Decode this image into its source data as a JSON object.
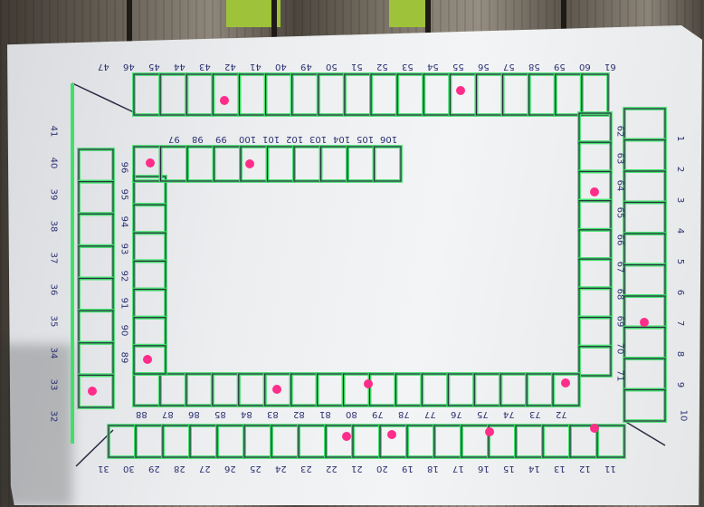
{
  "photo": {
    "subject": "",
    "colors": {
      "paper": "#eef0f2",
      "marker_green": "#3fe06a",
      "pencil_lines": "#2a2a40",
      "dots": "#ff2d8a",
      "ink": "#2b2f70",
      "wood": "#7a7367"
    }
  },
  "board": {
    "top_row_numbers": [
      "47",
      "46",
      "45",
      "44",
      "43",
      "42",
      "41",
      "40",
      "49",
      "50",
      "51",
      "52",
      "53",
      "54",
      "55",
      "56",
      "57",
      "58",
      "59",
      "60",
      "61"
    ],
    "right_outer_numbers": [
      "1",
      "2",
      "3",
      "4",
      "5",
      "6",
      "7",
      "8",
      "9",
      "10"
    ],
    "bottom_outer_numbers": [
      "31",
      "30",
      "29",
      "28",
      "27",
      "26",
      "25",
      "24",
      "23",
      "22",
      "21",
      "20",
      "19",
      "18",
      "17",
      "16",
      "15",
      "14",
      "13",
      "12",
      "11"
    ],
    "left_outer_numbers": [
      "41",
      "40",
      "39",
      "38",
      "37",
      "36",
      "35",
      "34",
      "33",
      "32"
    ],
    "right_inner_numbers": [
      "62",
      "63",
      "64",
      "65",
      "66",
      "67",
      "68",
      "69",
      "70",
      "71"
    ],
    "bottom_inner_numbers": [
      "88",
      "87",
      "86",
      "85",
      "84",
      "83",
      "82",
      "81",
      "80",
      "79",
      "78",
      "77",
      "76",
      "75",
      "74",
      "73",
      "72"
    ],
    "left_inner_numbers": [
      "96",
      "95",
      "94",
      "93",
      "92",
      "91",
      "90",
      "89"
    ],
    "inner_top_numbers": [
      "97",
      "98",
      "99",
      "100",
      "101",
      "102",
      "103",
      "104",
      "105",
      "106"
    ]
  }
}
